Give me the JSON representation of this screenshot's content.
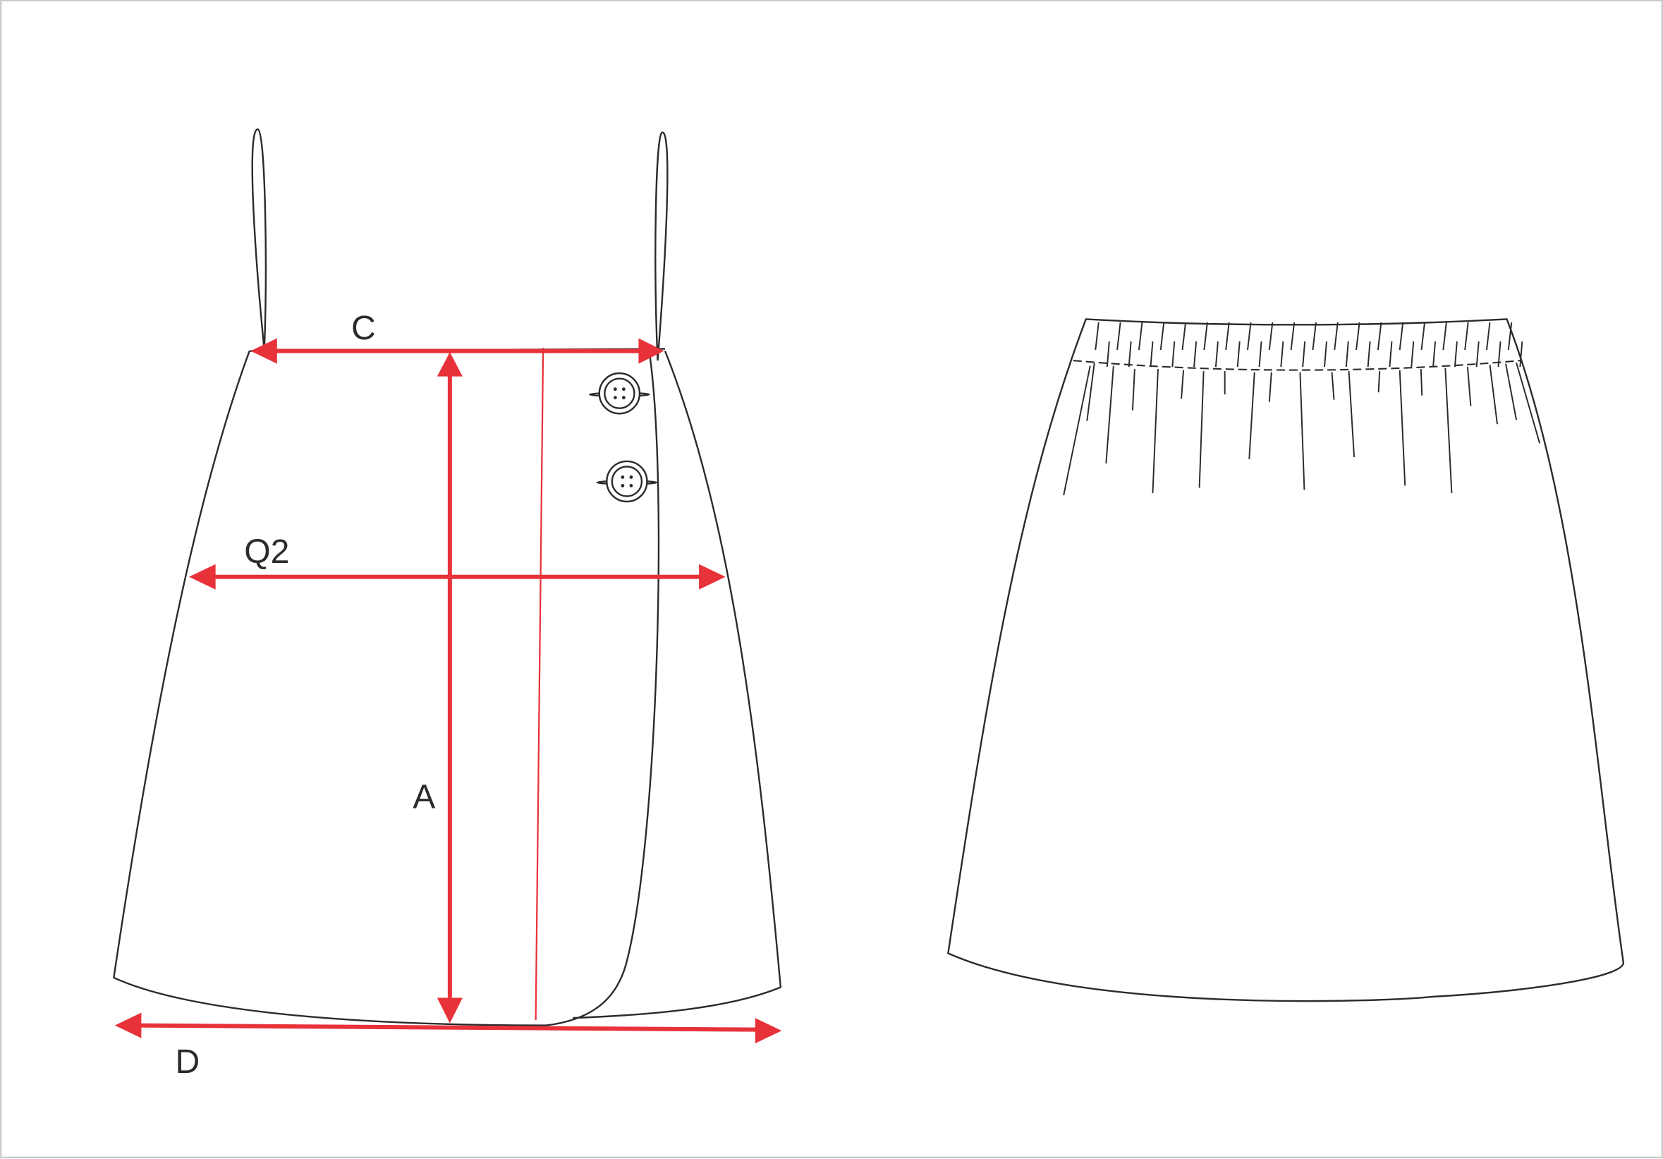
{
  "labels": {
    "waist": "C",
    "hip": "Q2",
    "length": "A",
    "hem": "D"
  },
  "colors": {
    "measure": "#e8323a",
    "outline": "#2b2b2b",
    "frame": "#c8c8c8"
  },
  "views": [
    "front-with-straps",
    "back-gathered"
  ]
}
